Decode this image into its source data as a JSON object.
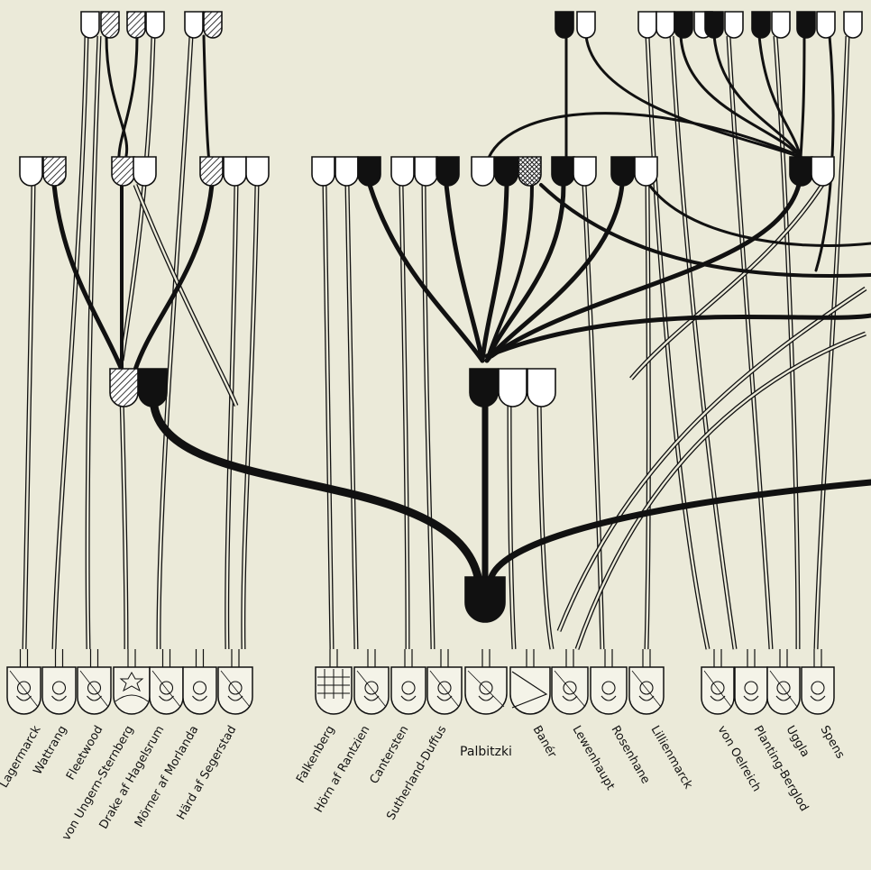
{
  "figure": {
    "background_color": "#ebead9",
    "ink_color": "#111111",
    "shield_fill": "#ffffff",
    "hatch_color": "#222222"
  },
  "families": [
    {
      "id": "lagermarck",
      "name": "Lagermarck"
    },
    {
      "id": "wattrang",
      "name": "Wattrang"
    },
    {
      "id": "fleetwood",
      "name": "Fleetwood"
    },
    {
      "id": "ungern",
      "name": "von Ungern-Sternberg"
    },
    {
      "id": "drake",
      "name": "Drake af Hagelsrum"
    },
    {
      "id": "morner",
      "name": "Mörner af Morlanda"
    },
    {
      "id": "hard",
      "name": "Härd af Segerstad"
    },
    {
      "id": "falkenberg",
      "name": "Falkenberg"
    },
    {
      "id": "horn",
      "name": "Hörn af Rantzien"
    },
    {
      "id": "cantersten",
      "name": "Cantersten"
    },
    {
      "id": "sutherland",
      "name": "Sutherland-Duffus"
    },
    {
      "id": "palbitzki",
      "name": "Palbitzki"
    },
    {
      "id": "baner",
      "name": "Banér"
    },
    {
      "id": "lewenhaupt",
      "name": "Lewenhaupt"
    },
    {
      "id": "rosenhane",
      "name": "Rosenhane"
    },
    {
      "id": "lillienmarck",
      "name": "Lillienmarck"
    },
    {
      "id": "oelreich",
      "name": "von Oelreich"
    },
    {
      "id": "planting",
      "name": "Planting-Berglod"
    },
    {
      "id": "uggla",
      "name": "Uggla"
    },
    {
      "id": "spens",
      "name": "Spens"
    }
  ],
  "shield_styles": [
    "plain",
    "hatched",
    "black",
    "crosshatch"
  ],
  "icons": [
    "coat-of-arms-icon"
  ]
}
